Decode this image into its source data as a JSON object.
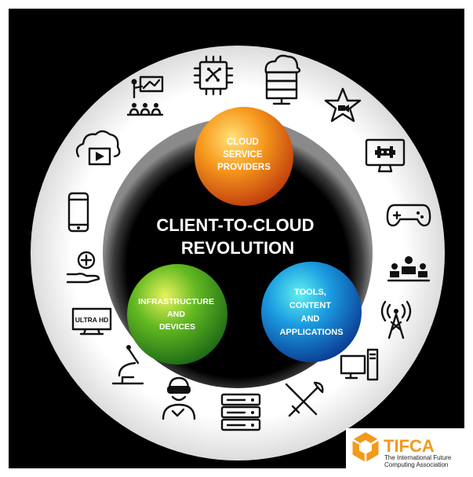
{
  "diagram": {
    "center_title": [
      "CLIENT-TO-CLOUD",
      "REVOLUTION"
    ],
    "bubbles": [
      {
        "id": "cloud",
        "lines": [
          "CLOUD",
          "SERVICE",
          "PROVIDERS"
        ],
        "color": "#f07d1a"
      },
      {
        "id": "infra",
        "lines": [
          "INFRASTRUCTURE",
          "AND",
          "DEVICES"
        ],
        "color": "#4cae1f"
      },
      {
        "id": "tools",
        "lines": [
          "TOOLS,",
          "CONTENT",
          "AND",
          "APPLICATIONS"
        ],
        "color": "#1b8fd6"
      }
    ],
    "icons": [
      "circuit-chip-icon",
      "server-cloud-icon",
      "star-camera-icon",
      "space-invader-monitor-icon",
      "gamepad-icon",
      "robot-team-icon",
      "signal-tower-icon",
      "desktop-computer-icon",
      "tools-wrench-screwdriver-icon",
      "server-rack-icon",
      "vr-headset-user-icon",
      "microscope-icon",
      "ultra-hd-tv-icon",
      "health-hand-icon",
      "smartphone-icon",
      "cloud-video-icon",
      "presentation-audience-icon"
    ],
    "ultra_hd_text": "ULTRA HD"
  },
  "logo": {
    "name": "TIFCA",
    "tagline": [
      "The International Future",
      "Computing Association"
    ],
    "color": "#f29a1b"
  }
}
